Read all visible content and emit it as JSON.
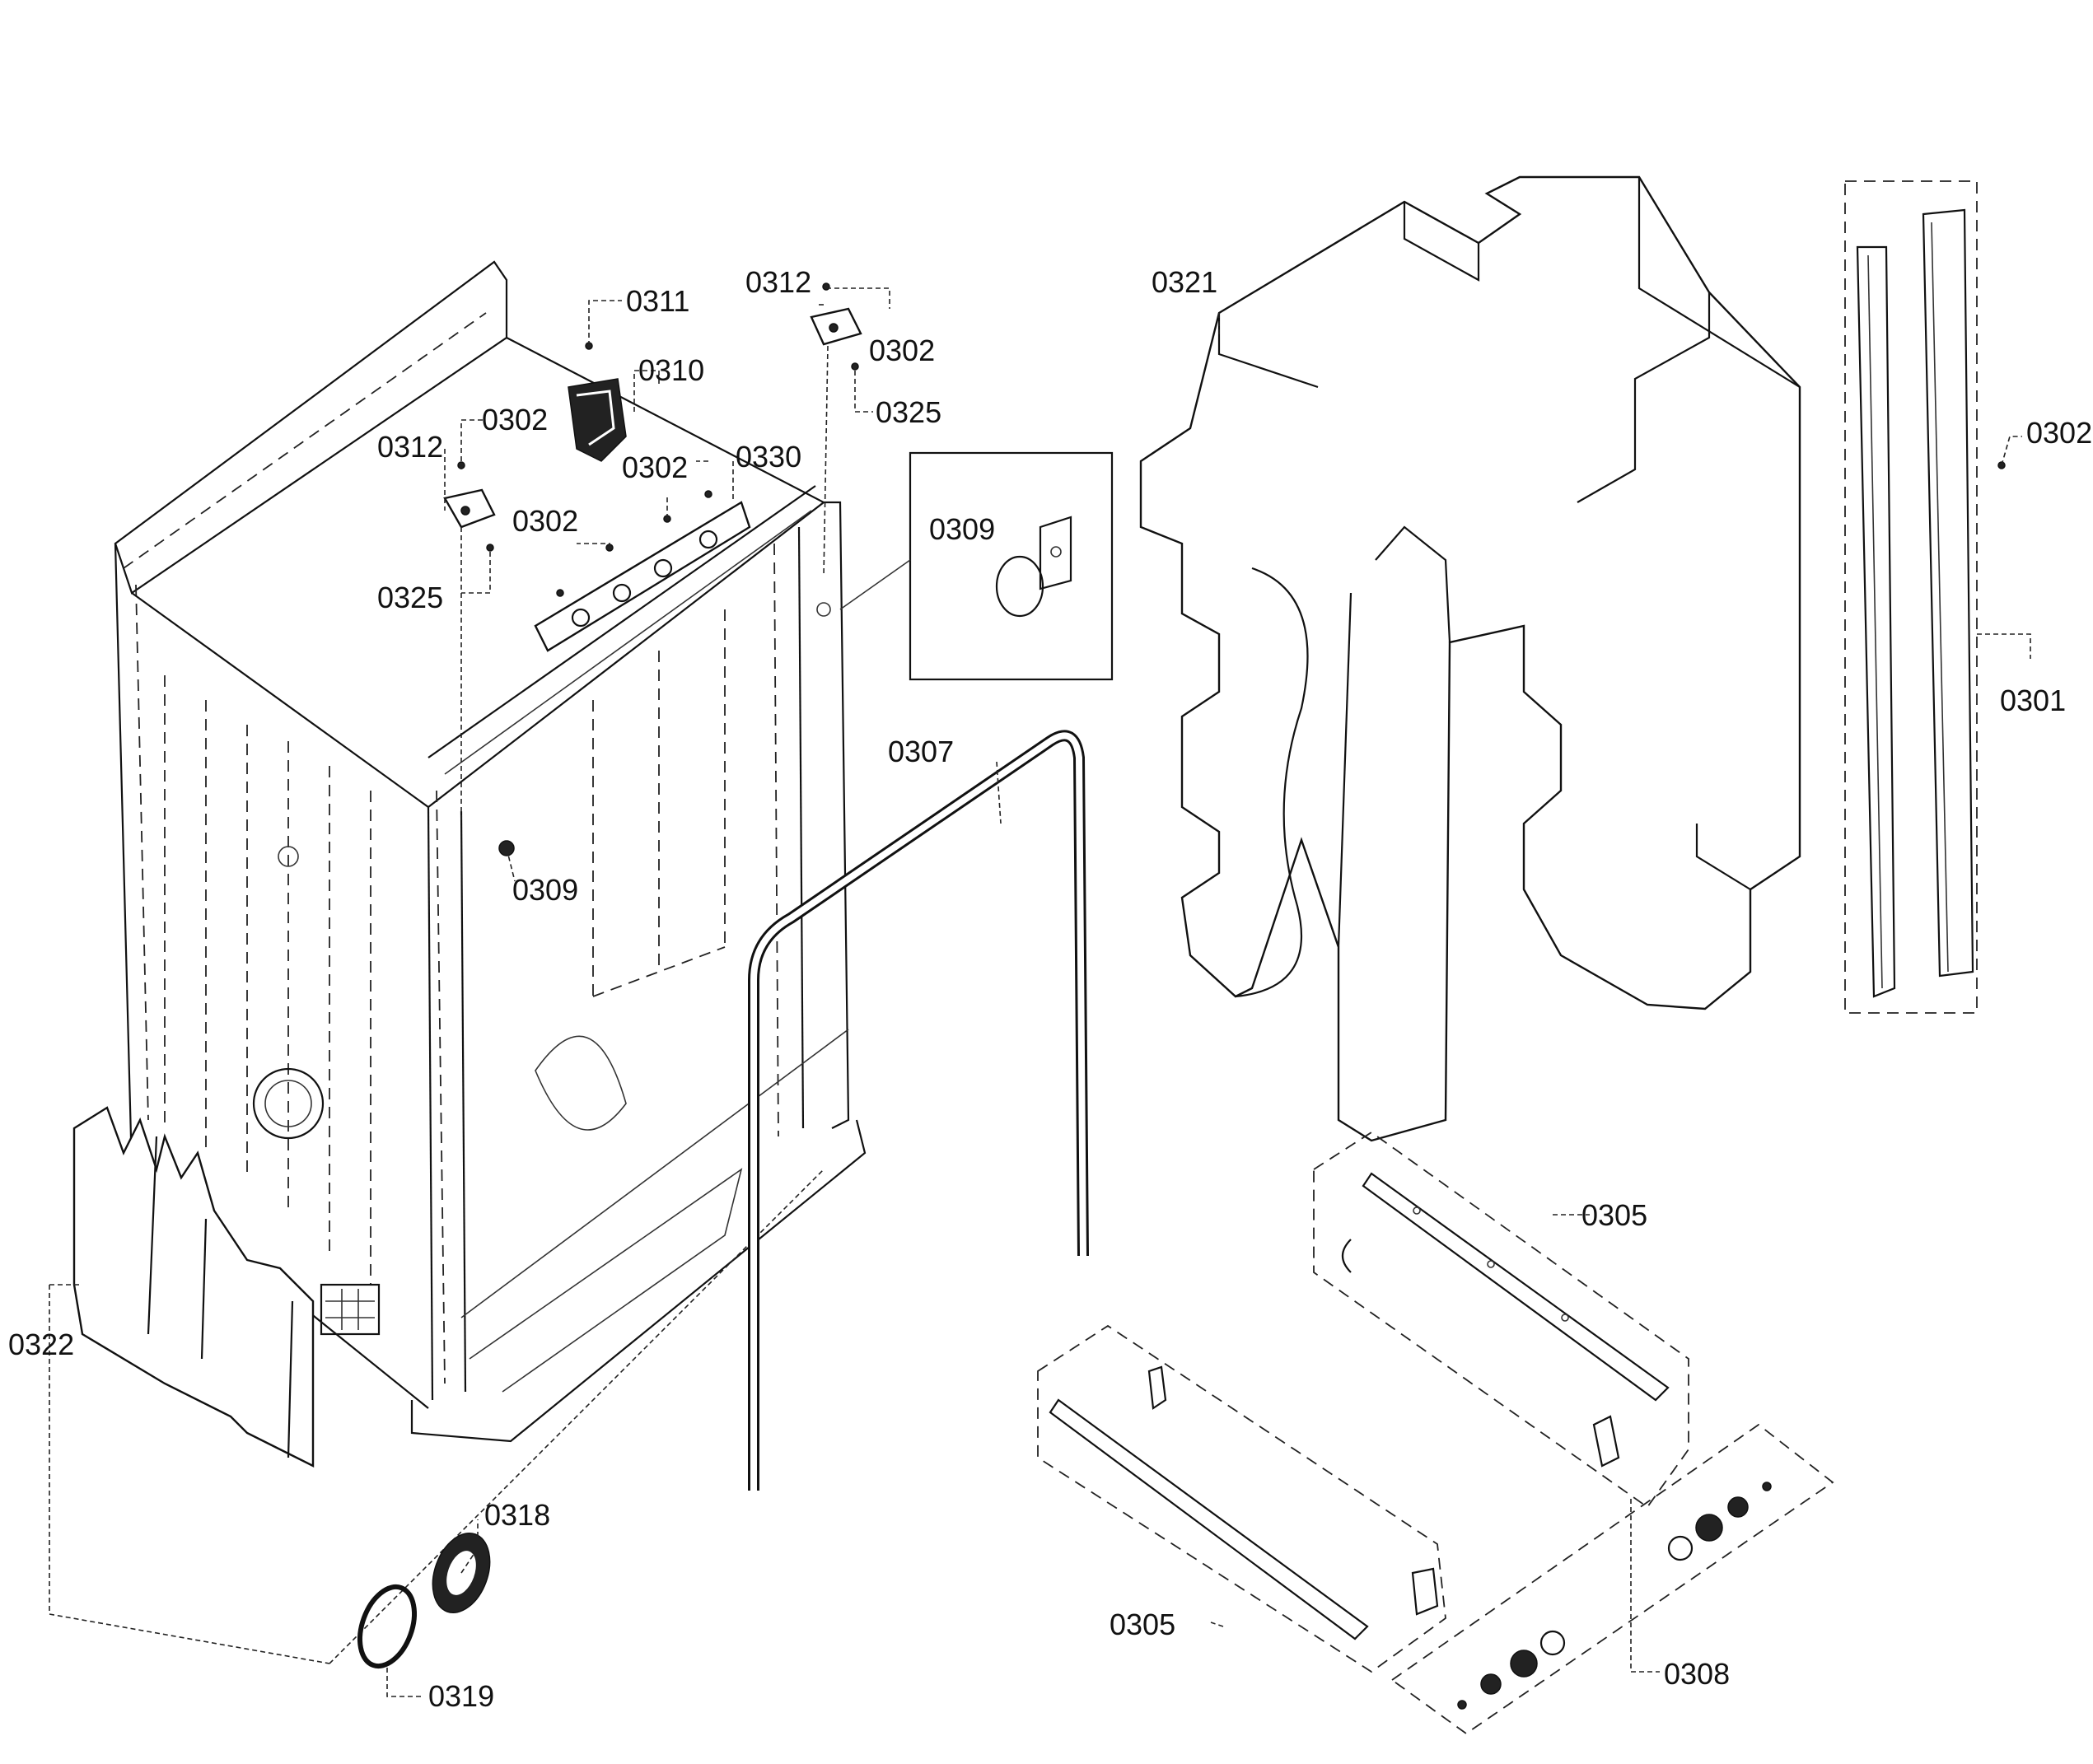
{
  "callouts": {
    "c0311": "0311",
    "c0310": "0310",
    "c0312a": "0312",
    "c0302a": "0302",
    "c0302b": "0302",
    "c0330": "0330",
    "c0302c": "0302",
    "c0325a": "0325",
    "c0312b": "0312",
    "c0302d": "0302",
    "c0325b": "0325",
    "c0309a": "0309",
    "c0309b": "0309",
    "c0307": "0307",
    "c0321": "0321",
    "c0302e": "0302",
    "c0301": "0301",
    "c0305a": "0305",
    "c0305b": "0305",
    "c0308": "0308",
    "c0322": "0322",
    "c0318": "0318",
    "c0319": "0319"
  }
}
